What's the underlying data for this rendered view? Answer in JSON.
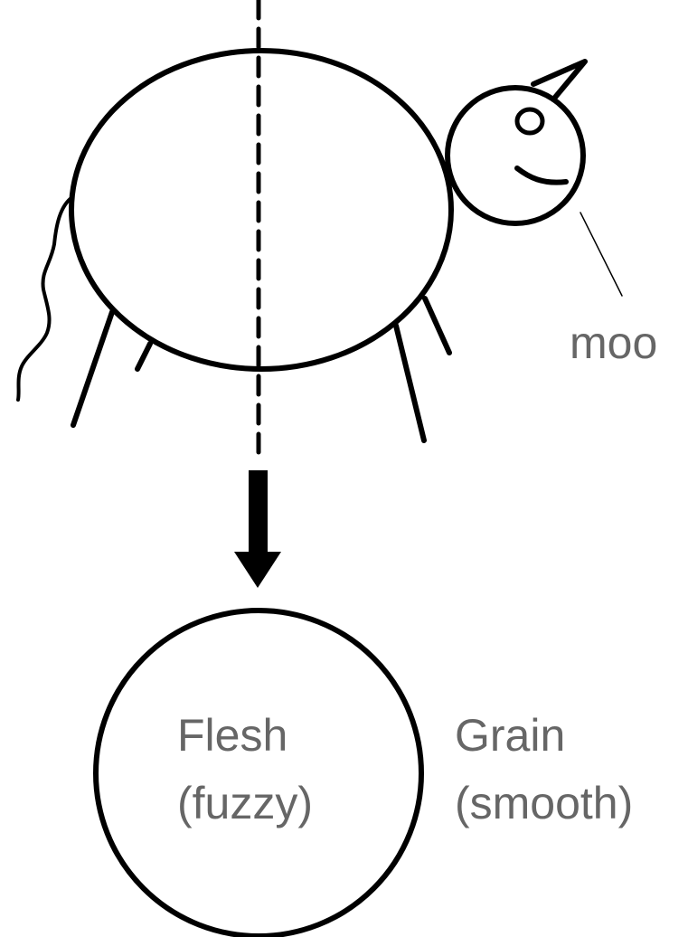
{
  "labels": {
    "sound": "moo",
    "flesh": "Flesh",
    "flesh_texture": "(fuzzy)",
    "grain": "Grain",
    "grain_texture": "(smooth)"
  },
  "colors": {
    "line": "#000000",
    "text": "#666666",
    "background": "#ffffff"
  }
}
